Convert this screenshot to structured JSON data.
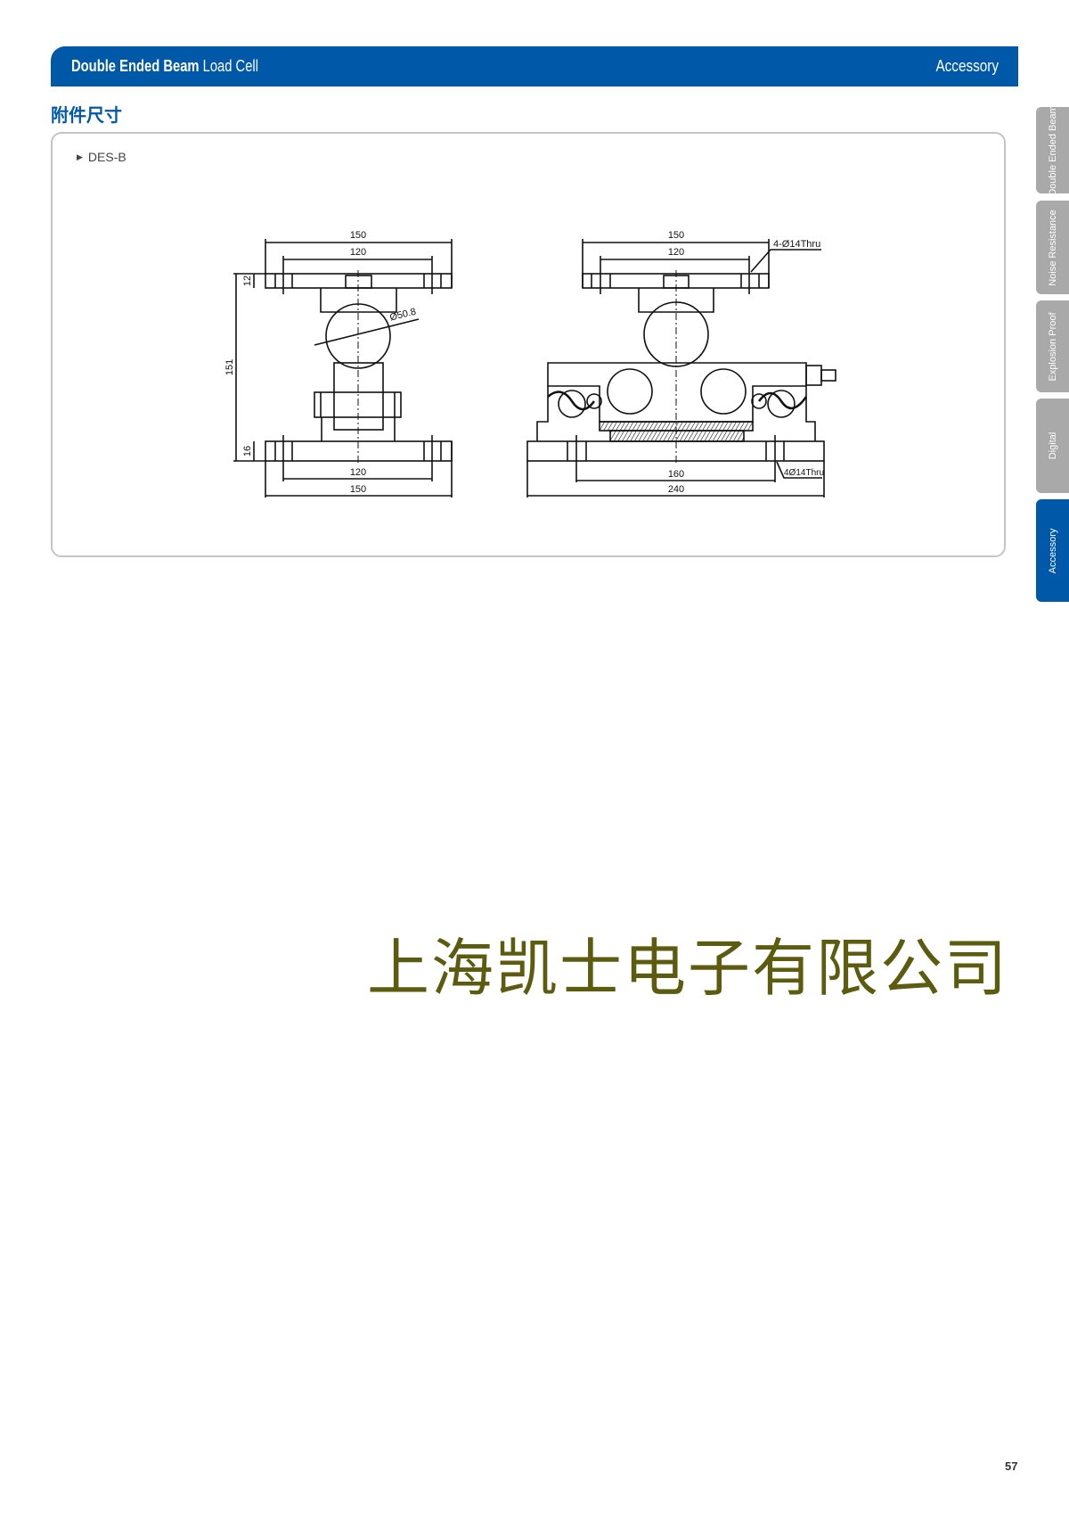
{
  "header": {
    "title_bold": "Double Ended Beam",
    "title_light": " Load Cell",
    "section": "Accessory"
  },
  "section_title": "附件尺寸",
  "panel": {
    "model_marker": "▶",
    "model": "DES-B",
    "side_view": {
      "dim_top_outer": "150",
      "dim_top_inner": "120",
      "dim_top_thick": "12",
      "dim_height": "151",
      "dim_ball": "Ø50.8",
      "dim_bottom_thick": "16",
      "dim_bottom_inner": "120",
      "dim_bottom_outer": "150"
    },
    "front_view": {
      "dim_top_outer": "150",
      "dim_top_inner": "120",
      "hole_top": "4-Ø14Thru",
      "dim_bottom_inner": "160",
      "dim_bottom_outer": "240",
      "hole_bottom": "4Ø14Thru"
    }
  },
  "side_tabs": [
    {
      "label": "Double Ended Beam",
      "active": false
    },
    {
      "label": "Noise Resistance",
      "active": false
    },
    {
      "label": "Explosion Proof",
      "active": false
    },
    {
      "label": "Digital",
      "active": false
    },
    {
      "label": "Accessory",
      "active": true
    }
  ],
  "company": "上海凯士电子有限公司",
  "page_number": "57",
  "colors": {
    "brand_blue": "#0058a8",
    "tab_grey": "#a9a9a9",
    "company_olive": "#5c5c10"
  }
}
